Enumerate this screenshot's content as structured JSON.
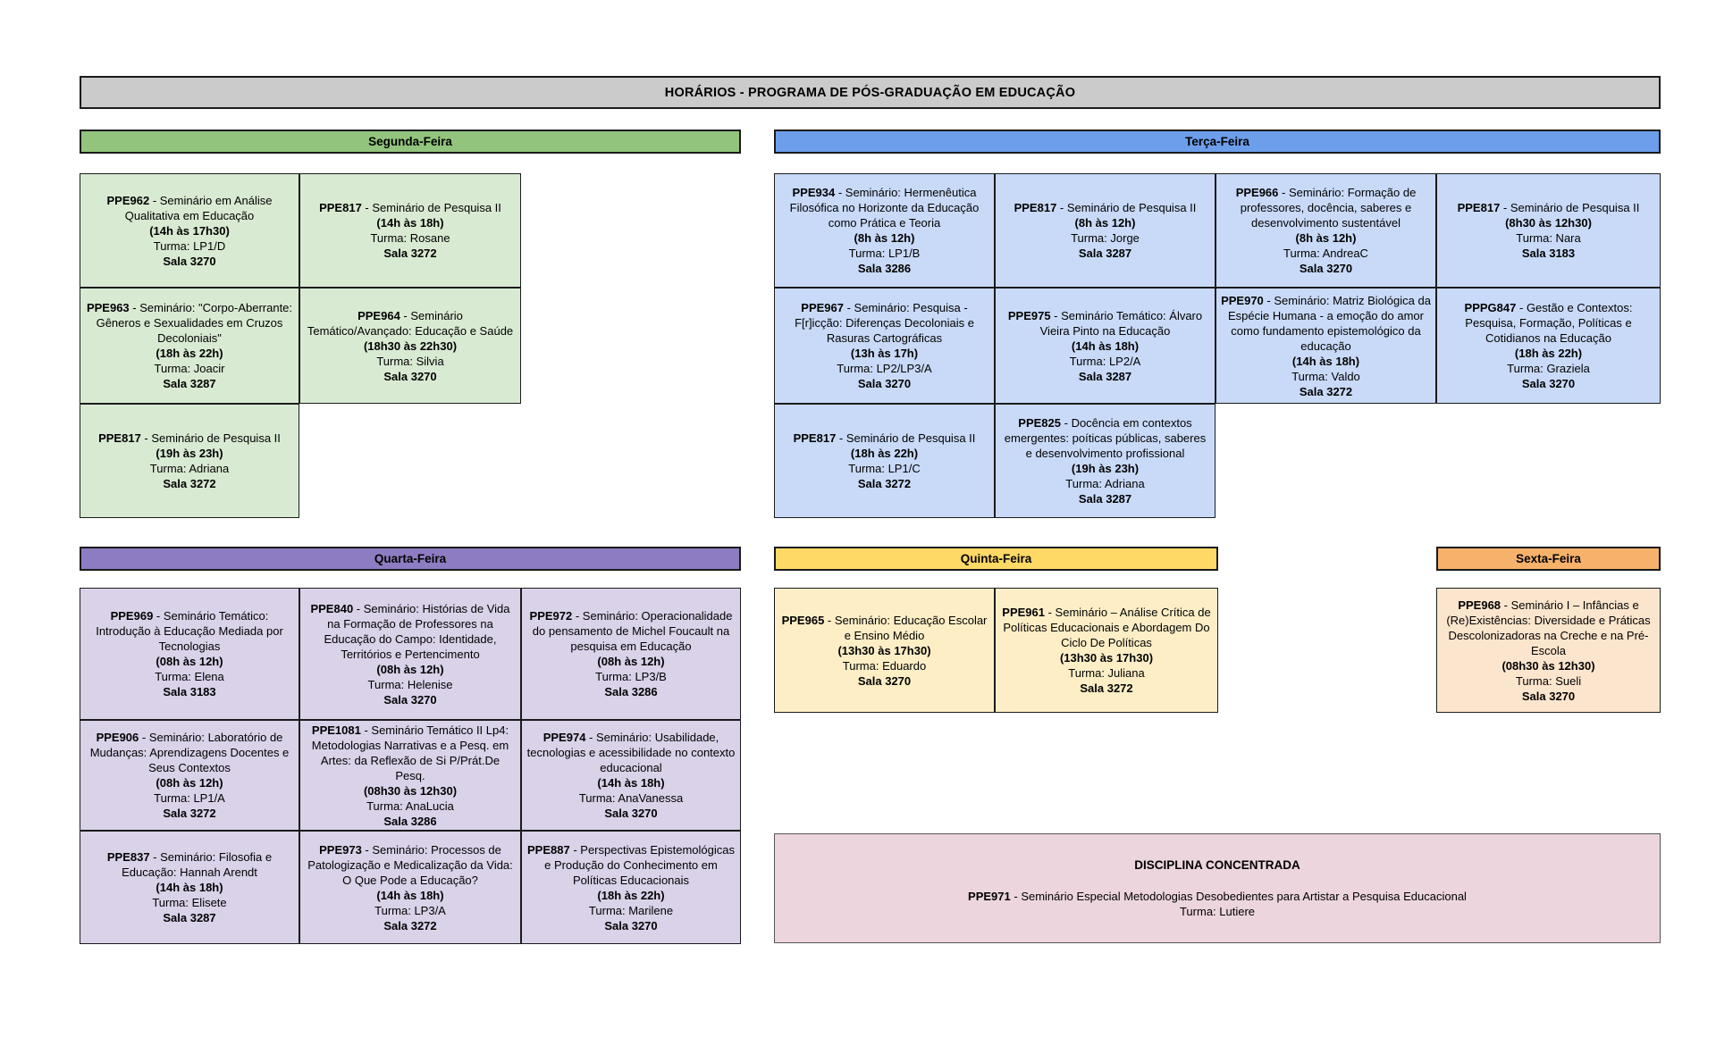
{
  "title": "HORÁRIOS - PROGRAMA DE PÓS-GRADUAÇÃO EM EDUCAÇÃO",
  "separator": " - ",
  "palette": {
    "title_bar_bg": "#cbcbcb",
    "cell_border": "#1b1b1b",
    "concentrated_bg": "#ecd5dc",
    "concentrated_border": "#555555"
  },
  "days": [
    {
      "id": "segunda",
      "label": "Segunda-Feira",
      "header_color": "#93c47d",
      "cell_color": "#d9ead3",
      "cells": [
        {
          "code": "PPE962",
          "title": "Seminário em Análise Qualitativa em Educação",
          "time": "(14h às 17h30)",
          "turma": "Turma: LP1/D",
          "sala": "Sala 3270"
        },
        {
          "code": "PPE817",
          "title": "Seminário de Pesquisa II",
          "time": "(14h às 18h)",
          "turma": "Turma: Rosane",
          "sala": "Sala 3272"
        },
        {
          "code": "PPE963",
          "title": "Seminário: \"Corpo-Aberrante: Gêneros e Sexualidades em Cruzos Decoloniais\"",
          "time": "(18h às 22h)",
          "turma": "Turma: Joacir",
          "sala": "Sala 3287"
        },
        {
          "code": "PPE964",
          "title": "Seminário Temático/Avançado: Educação e Saúde",
          "time": "(18h30 às 22h30)",
          "turma": "Turma: Silvia",
          "sala": "Sala 3270"
        },
        {
          "code": "PPE817",
          "title": "Seminário de Pesquisa II",
          "time": "(19h às 23h)",
          "turma": "Turma: Adriana",
          "sala": "Sala 3272"
        }
      ]
    },
    {
      "id": "terca",
      "label": "Terça-Feira",
      "header_color": "#6d9eeb",
      "cell_color": "#c9daf8",
      "cells": [
        {
          "code": "PPE934",
          "title": "Seminário: Hermenêutica Filosófica no Horizonte da Educação como Prática e Teoria",
          "time": "(8h às 12h)",
          "turma": "Turma: LP1/B",
          "sala": "Sala 3286"
        },
        {
          "code": "PPE817",
          "title": "Seminário de Pesquisa II",
          "time": "(8h às 12h)",
          "turma": "Turma: Jorge",
          "sala": "Sala 3287"
        },
        {
          "code": "PPE966",
          "title": "Seminário: Formação de professores, docência, saberes e desenvolvimento sustentável",
          "time": "(8h às 12h)",
          "turma": "Turma: AndreaC",
          "sala": "Sala 3270"
        },
        {
          "code": "PPE817",
          "title": "Seminário de Pesquisa II",
          "time": "(8h30 às 12h30)",
          "turma": "Turma: Nara",
          "sala": "Sala 3183"
        },
        {
          "code": "PPE967",
          "title": "Seminário: Pesquisa - F[r]icção: Diferenças Decoloniais e Rasuras Cartográficas",
          "time": "(13h às 17h)",
          "turma": "Turma: LP2/LP3/A",
          "sala": "Sala 3270"
        },
        {
          "code": "PPE975",
          "title": "Seminário Temático: Álvaro Vieira Pinto na Educação",
          "time": "(14h às 18h)",
          "turma": "Turma: LP2/A",
          "sala": "Sala 3287"
        },
        {
          "code": "PPE970",
          "title": "Seminário: Matriz Biológica da Espécie Humana - a emoção do amor como fundamento epistemológico da educação",
          "time": "(14h às 18h)",
          "turma": "Turma: Valdo",
          "sala": "Sala 3272"
        },
        {
          "code": "PPPG847",
          "title": "Gestão e Contextos: Pesquisa, Formação, Políticas e Cotidianos na Educação",
          "time": "(18h às 22h)",
          "turma": "Turma: Graziela",
          "sala": "Sala 3270"
        },
        {
          "code": "PPE817",
          "title": "Seminário de Pesquisa II",
          "time": "(18h às 22h)",
          "turma": "Turma: LP1/C",
          "sala": "Sala 3272"
        },
        {
          "code": "PPE825",
          "title": "Docência em contextos emergentes: poíticas públicas, saberes e desenvolvimento profissional",
          "time": "(19h às 23h)",
          "turma": "Turma: Adriana",
          "sala": "Sala 3287"
        }
      ]
    },
    {
      "id": "quarta",
      "label": "Quarta-Feira",
      "header_color": "#8e7cc3",
      "cell_color": "#d9d2e9",
      "cells": [
        {
          "code": "PPE969",
          "title": "Seminário Temático: Introdução à Educação Mediada por Tecnologias",
          "time": "(08h às 12h)",
          "turma": "Turma: Elena",
          "sala": "Sala 3183"
        },
        {
          "code": "PPE840",
          "title": "Seminário: Histórias de Vida na Formação de Professores na Educação do Campo: Identidade, Territórios e Pertencimento",
          "time": "(08h às 12h)",
          "turma": "Turma: Helenise",
          "sala": "Sala 3270"
        },
        {
          "code": "PPE972",
          "title": "Seminário: Operacionalidade do pensamento de Michel Foucault na pesquisa em Educação",
          "time": "(08h às 12h)",
          "turma": "Turma: LP3/B",
          "sala": "Sala 3286"
        },
        {
          "code": "PPE906",
          "title": "Seminário: Laboratório de Mudanças: Aprendizagens Docentes e Seus Contextos",
          "time": "(08h às 12h)",
          "turma": "Turma: LP1/A",
          "sala": "Sala 3272"
        },
        {
          "code": "PPE1081",
          "title": "Seminário Temático II Lp4: Metodologias Narrativas e a Pesq. em Artes: da Reflexão de Si P/Prát.De Pesq.",
          "time": "(08h30 às 12h30)",
          "turma": "Turma: AnaLucia",
          "sala": "Sala 3286"
        },
        {
          "code": "PPE974",
          "title": "Seminário: Usabilidade, tecnologias e acessibilidade no contexto educacional",
          "time": "(14h às 18h)",
          "turma": "Turma: AnaVanessa",
          "sala": "Sala 3270"
        },
        {
          "code": "PPE837",
          "title": "Seminário: Filosofia e Educação: Hannah Arendt",
          "time": "(14h às 18h)",
          "turma": "Turma: Elisete",
          "sala": "Sala 3287"
        },
        {
          "code": "PPE973",
          "title": "Seminário: Processos de Patologização e Medicalização da Vida: O Que Pode a Educação?",
          "time": "(14h às 18h)",
          "turma": "Turma: LP3/A",
          "sala": "Sala 3272"
        },
        {
          "code": "PPE887",
          "title": "Perspectivas Epistemológicas e Produção do Conhecimento em Políticas Educacionais",
          "time": "(18h às 22h)",
          "turma": "Turma: Marilene",
          "sala": "Sala 3270"
        }
      ]
    },
    {
      "id": "quinta",
      "label": "Quinta-Feira",
      "header_color": "#ffd966",
      "cell_color": "#fdeec6",
      "cells": [
        {
          "code": "PPE965",
          "title": "Seminário: Educação Escolar e Ensino Médio",
          "time": "(13h30 às 17h30)",
          "turma": "Turma: Eduardo",
          "sala": "Sala 3270"
        },
        {
          "code": "PPE961",
          "title": "Seminário – Análise Crítica de Políticas Educacionais e Abordagem Do Ciclo De Políticas",
          "time": "(13h30 às 17h30)",
          "turma": "Turma: Juliana",
          "sala": "Sala 3272"
        }
      ]
    },
    {
      "id": "sexta",
      "label": "Sexta-Feira",
      "header_color": "#f6b26b",
      "cell_color": "#fce5cd",
      "cells": [
        {
          "code": "PPE968",
          "title": "Seminário I – Infâncias e (Re)Existências: Diversidade e Práticas Descolonizadoras na Creche e na Pré-Escola",
          "time": "(08h30 às 12h30)",
          "turma": "Turma: Sueli",
          "sala": "Sala 3270"
        }
      ]
    }
  ],
  "concentrated": {
    "heading": "DISCIPLINA CONCENTRADA",
    "code": "PPE971",
    "title": "Seminário Especial Metodologias Desobedientes para Artistar a Pesquisa Educacional",
    "turma": "Turma: Lutiere"
  }
}
